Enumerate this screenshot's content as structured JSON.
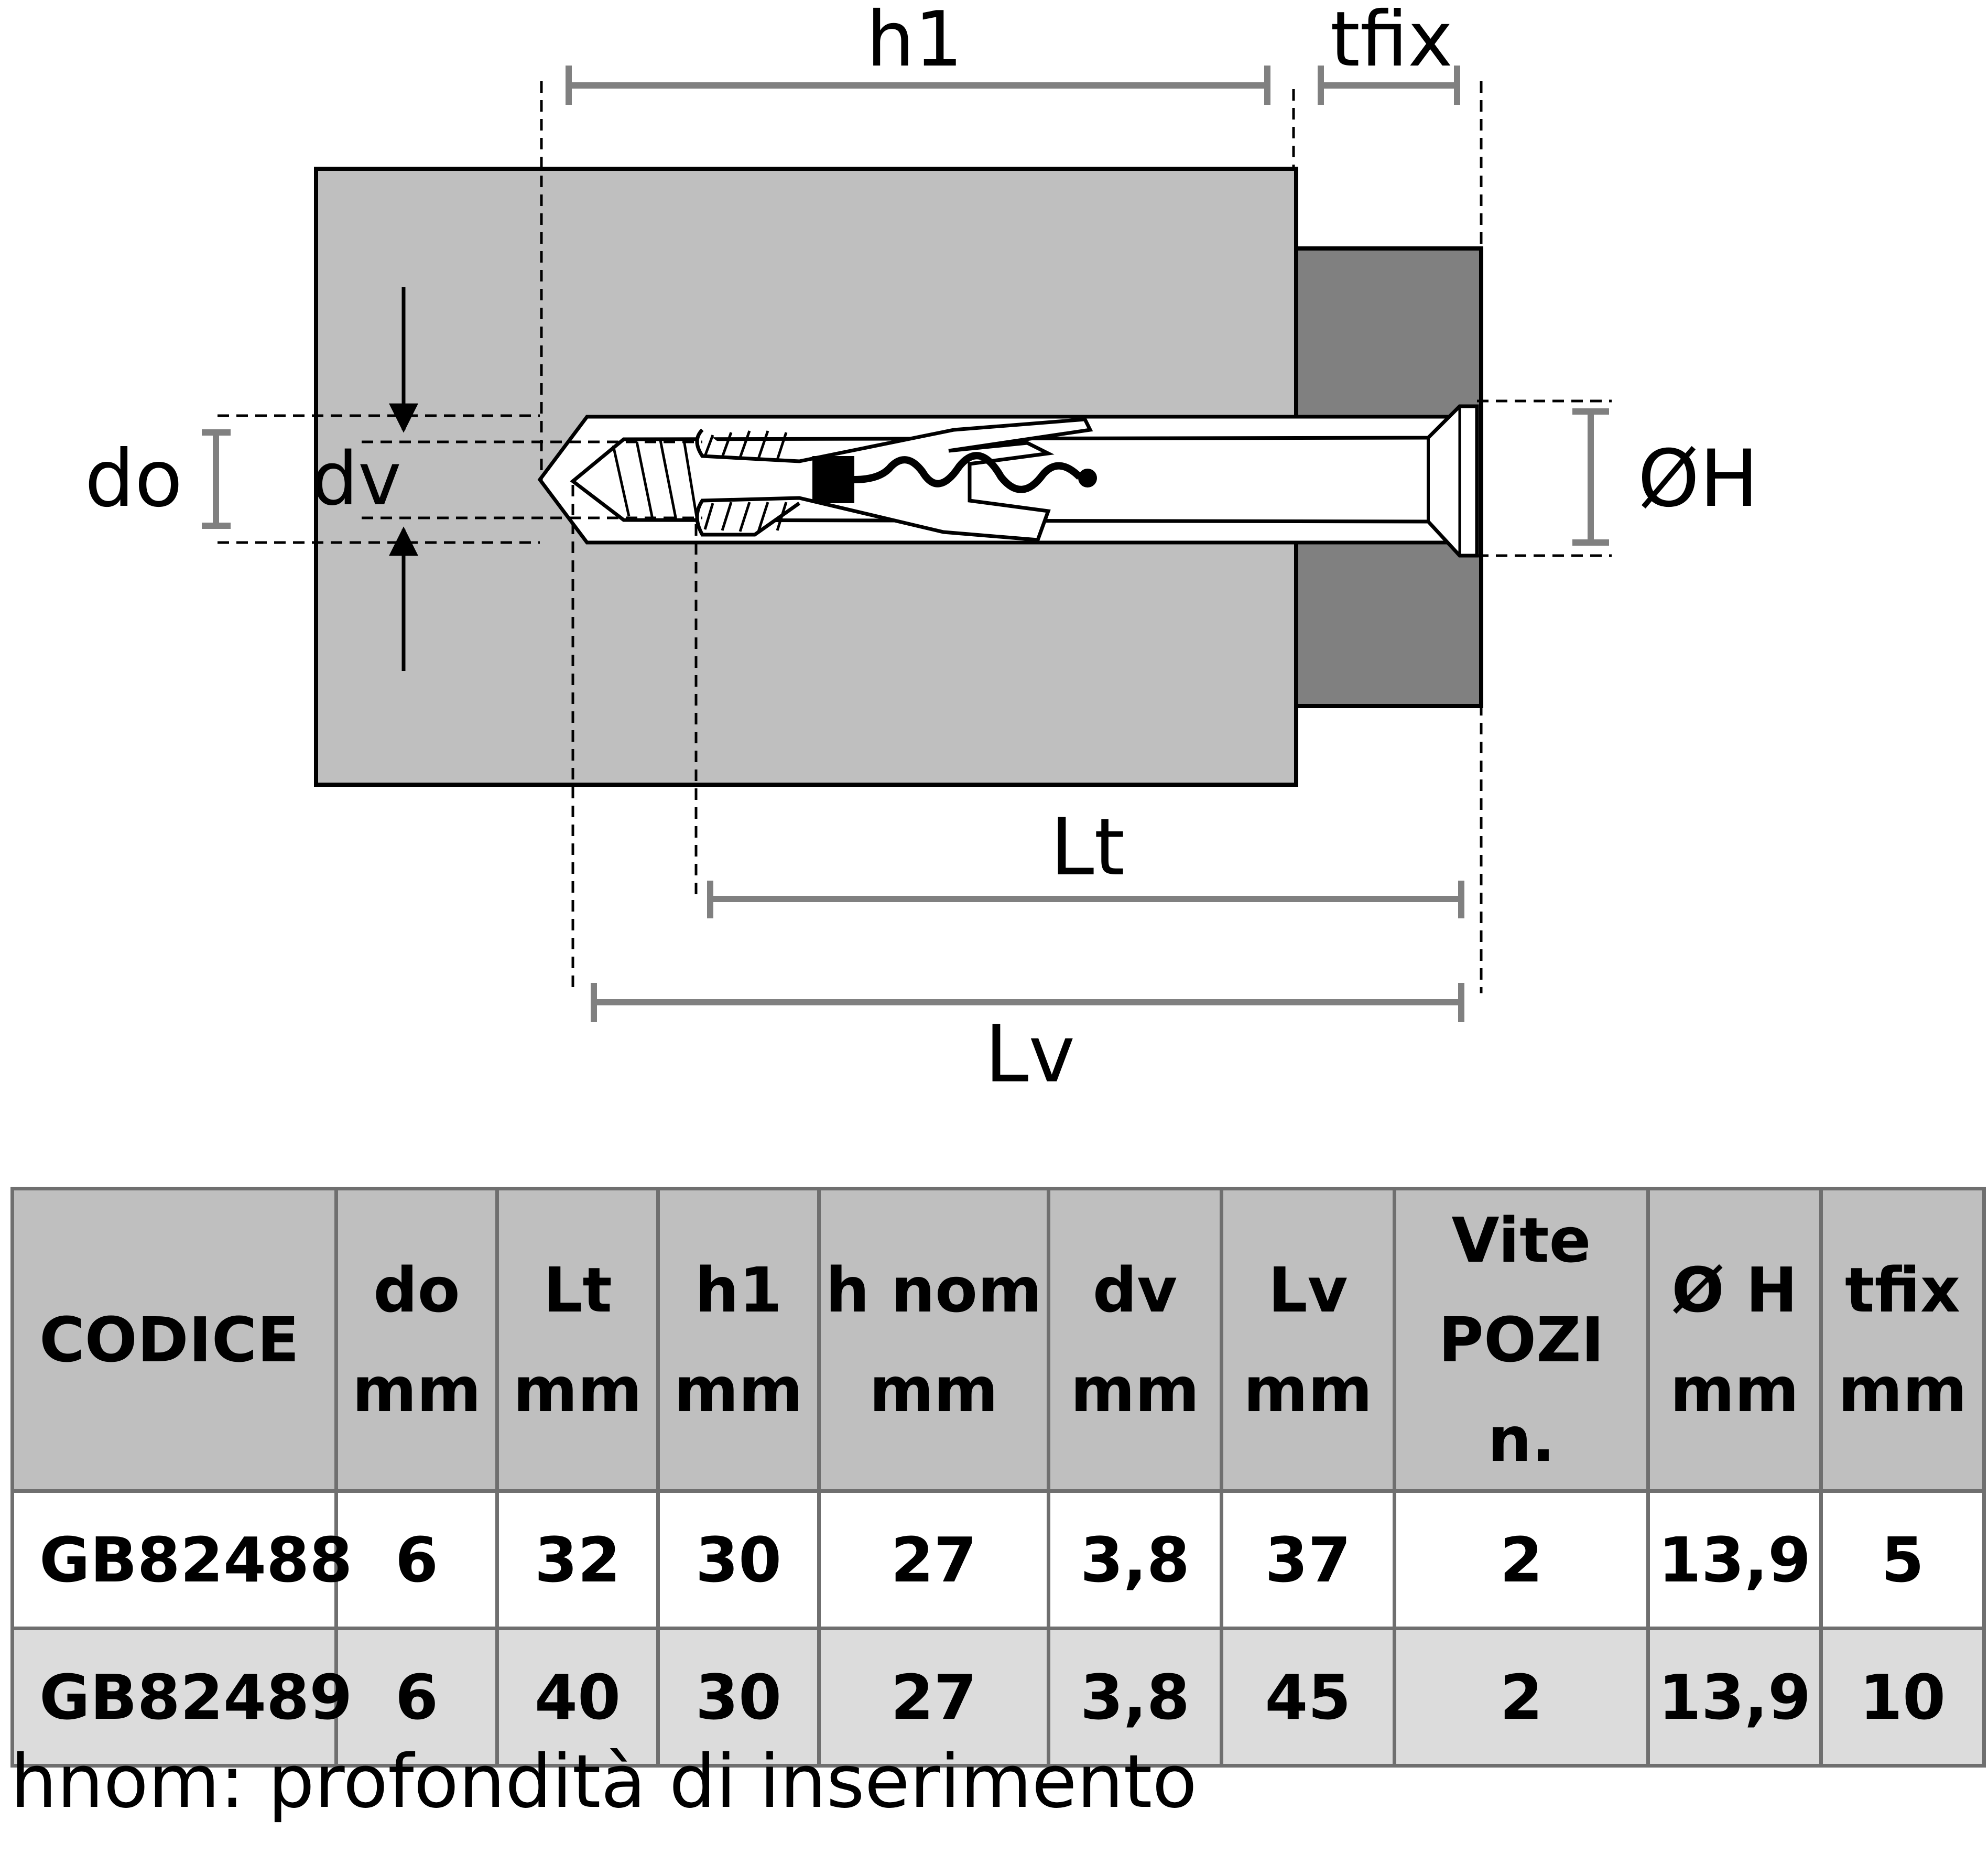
{
  "diagram": {
    "labels": {
      "h1": "h1",
      "tfix": "tfix",
      "do": "do",
      "dv": "dv",
      "oh": "ØH",
      "lt": "Lt",
      "lv": "Lv"
    }
  },
  "table": {
    "headers": [
      {
        "name": "CODICE",
        "unit": ""
      },
      {
        "name": "do",
        "unit": "mm"
      },
      {
        "name": "Lt",
        "unit": "mm"
      },
      {
        "name": "h1",
        "unit": "mm"
      },
      {
        "name": "h nom",
        "unit": "mm"
      },
      {
        "name": "dv",
        "unit": "mm"
      },
      {
        "name": "Lv",
        "unit": "mm"
      },
      {
        "name": "Vite",
        "unit": "POZI n."
      },
      {
        "name": "Ø H",
        "unit": "mm"
      },
      {
        "name": "tfix",
        "unit": "mm"
      }
    ],
    "rows": [
      [
        "GB82488",
        "6",
        "32",
        "30",
        "27",
        "3,8",
        "37",
        "2",
        "13,9",
        "5"
      ],
      [
        "GB82489",
        "6",
        "40",
        "30",
        "27",
        "3,8",
        "45",
        "2",
        "13,9",
        "10"
      ]
    ]
  },
  "footnote": "hnom: profondità di inserimento",
  "colors": {
    "base_material": "#bfbfbf",
    "fixture": "#808080",
    "dimension_line": "#808080",
    "table_header_bg": "#bfbfbf",
    "table_alt_row_bg": "#dcdcdc"
  }
}
